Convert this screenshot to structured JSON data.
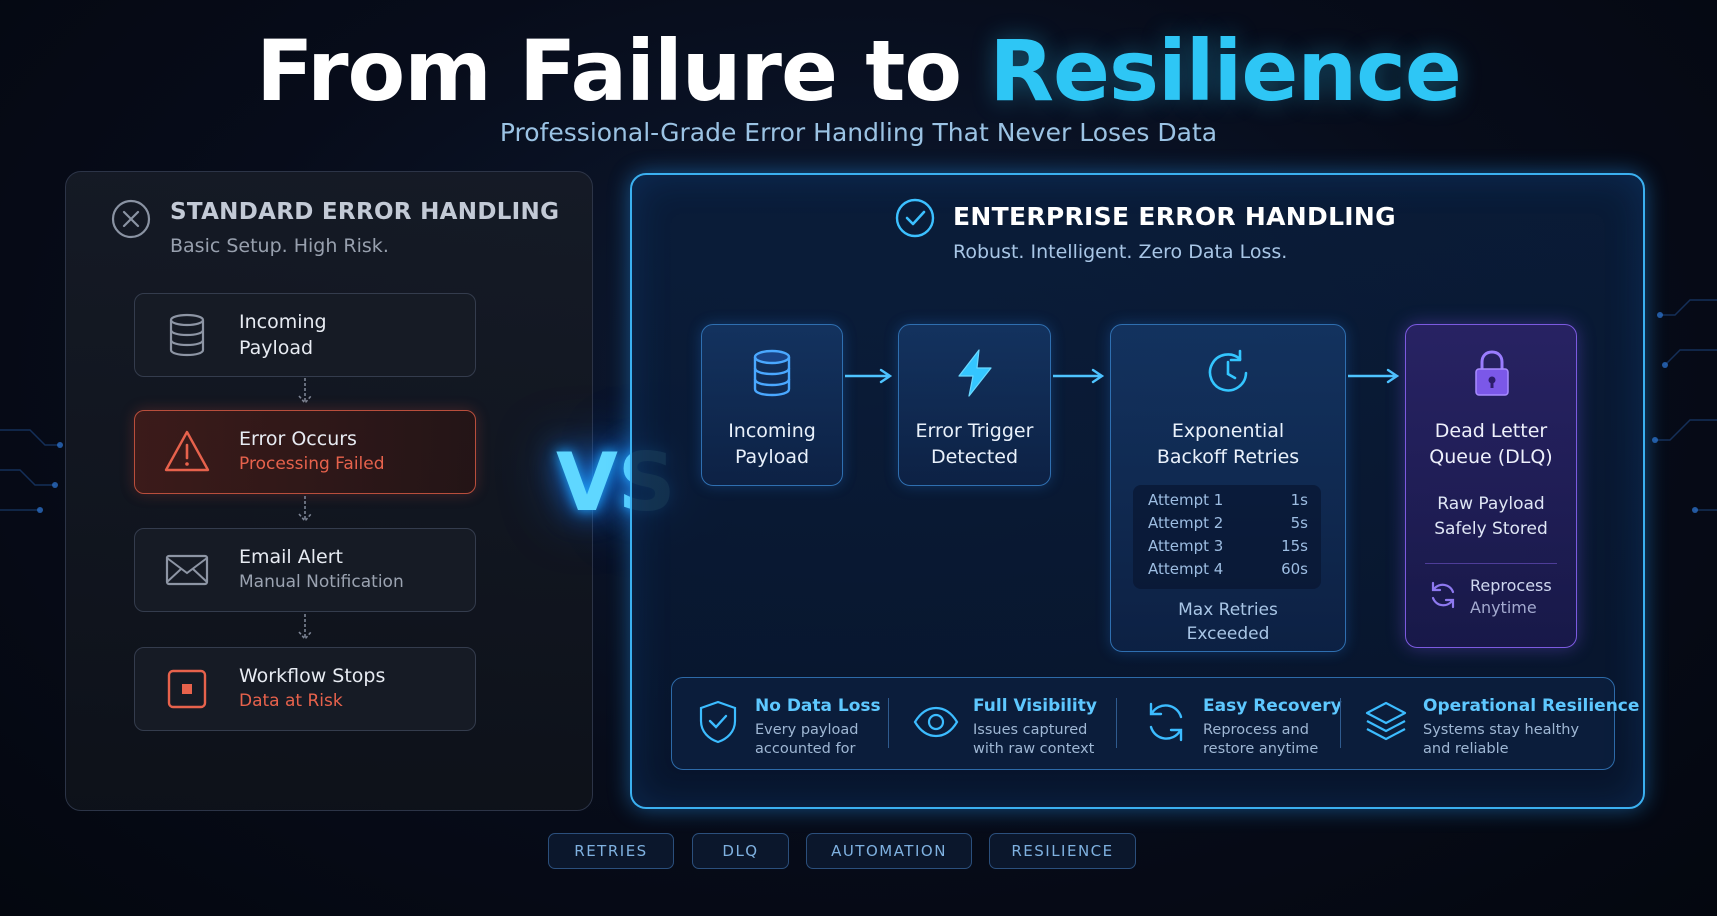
{
  "title": {
    "part1": "From Failure to ",
    "part2": "Resilience"
  },
  "subtitle": "Professional-Grade Error Handling That Never Loses Data",
  "standard": {
    "title": "STANDARD ERROR HANDLING",
    "subtitle": "Basic Setup. High Risk.",
    "steps": [
      {
        "line1": "Incoming",
        "line2": "Payload",
        "icon": "database-icon"
      },
      {
        "line1": "Error Occurs",
        "line2": "Processing Failed",
        "icon": "warning-icon"
      },
      {
        "line1": "Email Alert",
        "line2": "Manual Notification",
        "icon": "envelope-icon"
      },
      {
        "line1": "Workflow Stops",
        "line2": "Data at Risk",
        "icon": "stop-icon"
      }
    ]
  },
  "vs": "VS",
  "enterprise": {
    "title": "ENTERPRISE ERROR HANDLING",
    "subtitle": "Robust. Intelligent. Zero Data Loss.",
    "steps": [
      {
        "line1": "Incoming",
        "line2": "Payload",
        "icon": "database-icon"
      },
      {
        "line1": "Error Trigger",
        "line2": "Detected",
        "icon": "lightning-icon"
      },
      {
        "line1": "Exponential",
        "line2": "Backoff Retries",
        "icon": "clock-retry-icon"
      },
      {
        "line1": "Dead Letter",
        "line2": "Queue (DLQ)",
        "icon": "lock-icon"
      }
    ],
    "attempts": [
      {
        "label": "Attempt 1",
        "time": "1s"
      },
      {
        "label": "Attempt 2",
        "time": "5s"
      },
      {
        "label": "Attempt 3",
        "time": "15s"
      },
      {
        "label": "Attempt 4",
        "time": "60s"
      }
    ],
    "max_retries": {
      "line1": "Max Retries",
      "line2": "Exceeded"
    },
    "dlq": {
      "line1": "Raw Payload",
      "line2": "Safely Stored",
      "reprocess1": "Reprocess",
      "reprocess2": "Anytime"
    }
  },
  "benefits": [
    {
      "title": "No Data Loss",
      "line1": "Every payload",
      "line2": "accounted for",
      "icon": "shield-check-icon"
    },
    {
      "title": "Full Visibility",
      "line1": "Issues captured",
      "line2": "with raw context",
      "icon": "eye-icon"
    },
    {
      "title": "Easy Recovery",
      "line1": "Reprocess and",
      "line2": "restore anytime",
      "icon": "refresh-icon"
    },
    {
      "title": "Operational Resilience",
      "line1": "Systems stay healthy",
      "line2": "and reliable",
      "icon": "layers-icon"
    }
  ],
  "tags": [
    "RETRIES",
    "DLQ",
    "AUTOMATION",
    "RESILIENCE"
  ],
  "colors": {
    "accent": "#2ec6f5",
    "error": "#e7624c",
    "dlq": "#7c5ae0",
    "panel_border": "#3bb0f0"
  }
}
